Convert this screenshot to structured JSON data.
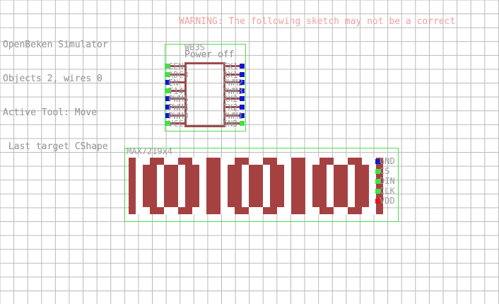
{
  "app": {
    "title": "OpenBeken Simulator",
    "status_lines": [
      "OpenBeken Simulator",
      "Objects 2, wires 0",
      "Active Tool: Move",
      " Last target CShape"
    ],
    "objects_count": 2,
    "wires_count": 0,
    "active_tool": "Move",
    "last_target": "CShape",
    "warning": "WARNING: The following sketch may not be a correct",
    "colors": {
      "grid": "#b9b9b9",
      "status_text": "#9c9c9c",
      "warning_text": "#f2a0a0",
      "component_outline": "#4ddd4d",
      "chip_body": "#9b4b4b",
      "led_on": "#a64141",
      "led_off": "#ffffff",
      "pin_blue": "#1414d2",
      "pin_green": "#3ce63c",
      "pin_red": "#e61414",
      "background": "#ffffff"
    }
  },
  "components": [
    {
      "id": "wb3s",
      "name": "WB3S",
      "state_text": "Power off",
      "left_pins": [
        {
          "label": "CEN",
          "color": "green"
        },
        {
          "label": "ADC3",
          "color": "green"
        },
        {
          "label": "EN",
          "color": "blue"
        },
        {
          "label": "T14",
          "color": "green"
        },
        {
          "label": "PWM5",
          "color": "blue"
        },
        {
          "label": "PWM4",
          "color": "blue"
        },
        {
          "label": "PWM0",
          "color": "blue"
        },
        {
          "label": "VCC",
          "color": "green"
        }
      ],
      "right_pins": [
        {
          "label": "TX1",
          "color": "blue"
        },
        {
          "label": "RX1",
          "color": "blue"
        },
        {
          "label": "PWM2",
          "color": "blue"
        },
        {
          "label": "PWM3",
          "color": "blue"
        },
        {
          "label": "RX2",
          "color": "blue"
        },
        {
          "label": "TX2",
          "color": "blue"
        },
        {
          "label": "PWM1",
          "color": "blue"
        },
        {
          "label": "GND",
          "color": "green"
        }
      ]
    },
    {
      "id": "max7219",
      "name": "MAX7219x4",
      "matrix": {
        "rows": 8,
        "cols": 36,
        "pattern": [
          "100110011001100110011001100110011001",
          "101101101101101101101101101101101101",
          "101101101101101101101101101101101101",
          "101101101101101101101101101101101101",
          "101101101101101101101101101101101101",
          "101101101101101101101101101101101101",
          "101101101101101101101101101101101101",
          "100110011001100110011001100110011001"
        ]
      },
      "side_pins": [
        {
          "label": "GND",
          "color": "blue"
        },
        {
          "label": "CS",
          "color": "green"
        },
        {
          "label": "DIN",
          "color": "green"
        },
        {
          "label": "CLK",
          "color": "green"
        },
        {
          "label": "VDD",
          "color": "red"
        }
      ]
    }
  ]
}
